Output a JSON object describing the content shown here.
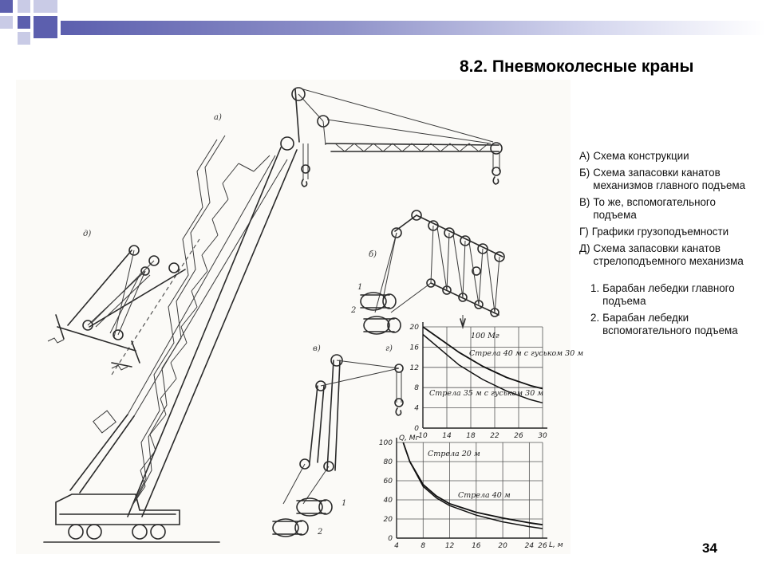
{
  "title": "8.2. Пневмоколесные краны",
  "page_number": "34",
  "legend": {
    "items": [
      {
        "mark": "А)",
        "text": "Схема конструкции"
      },
      {
        "mark": "Б)",
        "text": "Схема запасовки канатов механизмов главного подъема"
      },
      {
        "mark": "В)",
        "text": "То же, вспомогательного подъема"
      },
      {
        "mark": "Г)",
        "text": "Графики грузоподъемности"
      },
      {
        "mark": "Д)",
        "text": "Схема запасовки канатов стрелоподъемного механизма"
      }
    ],
    "sub_items": [
      {
        "mark": "1.",
        "text": "Барабан лебедки главного подъема"
      },
      {
        "mark": "2.",
        "text": "Барабан лебедки вспомогательного подъема"
      }
    ]
  },
  "figure_labels": {
    "a": "а)",
    "b": "б)",
    "v": "в)",
    "g": "г)",
    "d": "д)",
    "drum1": "1",
    "drum2": "2",
    "drum1b": "1",
    "drum2b": "2"
  },
  "colors": {
    "deco_dark": "#5c5fae",
    "deco_light": "#c9cbe6",
    "ink": "#2a2a2a"
  },
  "chart_data": [
    {
      "type": "line",
      "chart_label": "г)",
      "yunit": "",
      "ylim": [
        0,
        20
      ],
      "yticks": [
        "0",
        "4",
        "8",
        "12",
        "16",
        "20"
      ],
      "xlim": [
        10,
        30
      ],
      "xticks": [
        "10",
        "14",
        "18",
        "22",
        "26",
        "30"
      ],
      "top_note": "100 Мг",
      "series": [
        {
          "name": "Стрела 40 м с гуськом 30 м",
          "x": [
            10,
            13,
            16,
            20,
            24,
            28,
            30
          ],
          "y": [
            20,
            17.5,
            15.0,
            12.2,
            10.0,
            8.4,
            7.8
          ]
        },
        {
          "name": "Стрела 35 м с гуськом 30 м",
          "x": [
            10,
            13,
            16,
            20,
            24,
            28,
            30
          ],
          "y": [
            18.5,
            15.5,
            12.5,
            9.6,
            7.3,
            5.6,
            5.0
          ]
        }
      ]
    },
    {
      "type": "line",
      "yunit": "Q, Мг",
      "xunit": "L, м",
      "ylim": [
        0,
        100
      ],
      "yticks": [
        "0",
        "20",
        "40",
        "60",
        "80",
        "100"
      ],
      "xlim": [
        4,
        26
      ],
      "xticks": [
        "4",
        "8",
        "12",
        "16",
        "20",
        "24",
        "26"
      ],
      "series": [
        {
          "name": "Стрела 20 м",
          "x": [
            5,
            6,
            8,
            10,
            12,
            16,
            20,
            24,
            26
          ],
          "y": [
            100,
            80,
            56,
            44,
            36,
            27,
            21,
            16,
            14
          ]
        },
        {
          "name": "Стрела 40 м",
          "x": [
            6,
            8,
            10,
            12,
            16,
            20,
            24,
            26
          ],
          "y": [
            80,
            54,
            42,
            34,
            24,
            17,
            12,
            10
          ]
        }
      ]
    }
  ]
}
